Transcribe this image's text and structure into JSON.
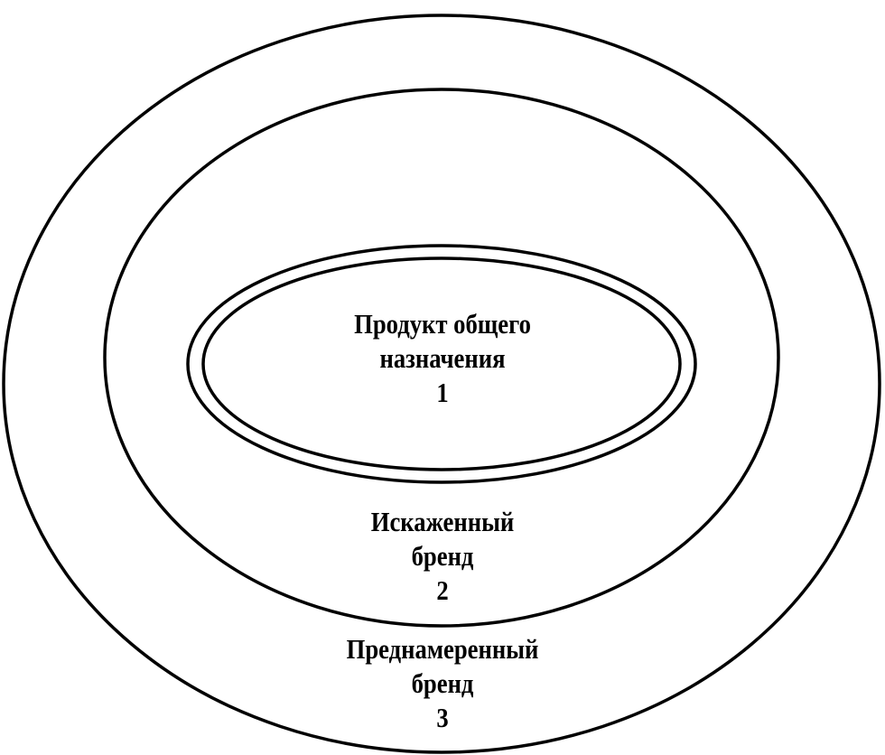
{
  "diagram": {
    "levels": [
      {
        "line1": "Продукт общего",
        "line2": "назначения",
        "number": "1"
      },
      {
        "line1": "Искаженный",
        "line2": "бренд",
        "number": "2"
      },
      {
        "line1": "Преднамеренный",
        "line2": "бренд",
        "number": "3"
      }
    ],
    "stroke_color": "#000000",
    "background_color": "#ffffff"
  }
}
